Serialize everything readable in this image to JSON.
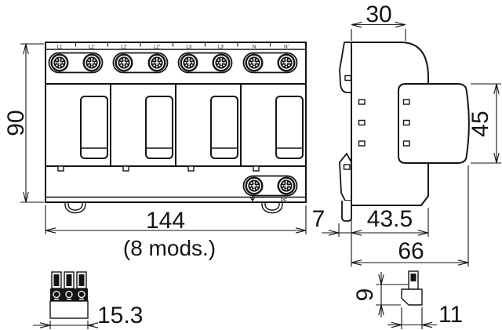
{
  "drawing": {
    "front_view": {
      "terminals": [
        "L1",
        "L1'",
        "L2",
        "L2'",
        "L3",
        "L3'",
        "N",
        "N'"
      ],
      "pe_label": "PE",
      "height_mm": "90",
      "width_mm": "144",
      "width_note": "(8 mods.)"
    },
    "side_view": {
      "top_width_mm": "30",
      "module_height_mm": "45",
      "clip_depth_mm": "7",
      "body_depth_mm": "43.5",
      "total_depth_mm": "66"
    },
    "terminal_detail_front": {
      "width_mm": "15.3"
    },
    "terminal_detail_side": {
      "height_mm": "9",
      "width_mm": "11"
    },
    "colors": {
      "ink": "#141414",
      "paper": "#ffffff"
    }
  }
}
